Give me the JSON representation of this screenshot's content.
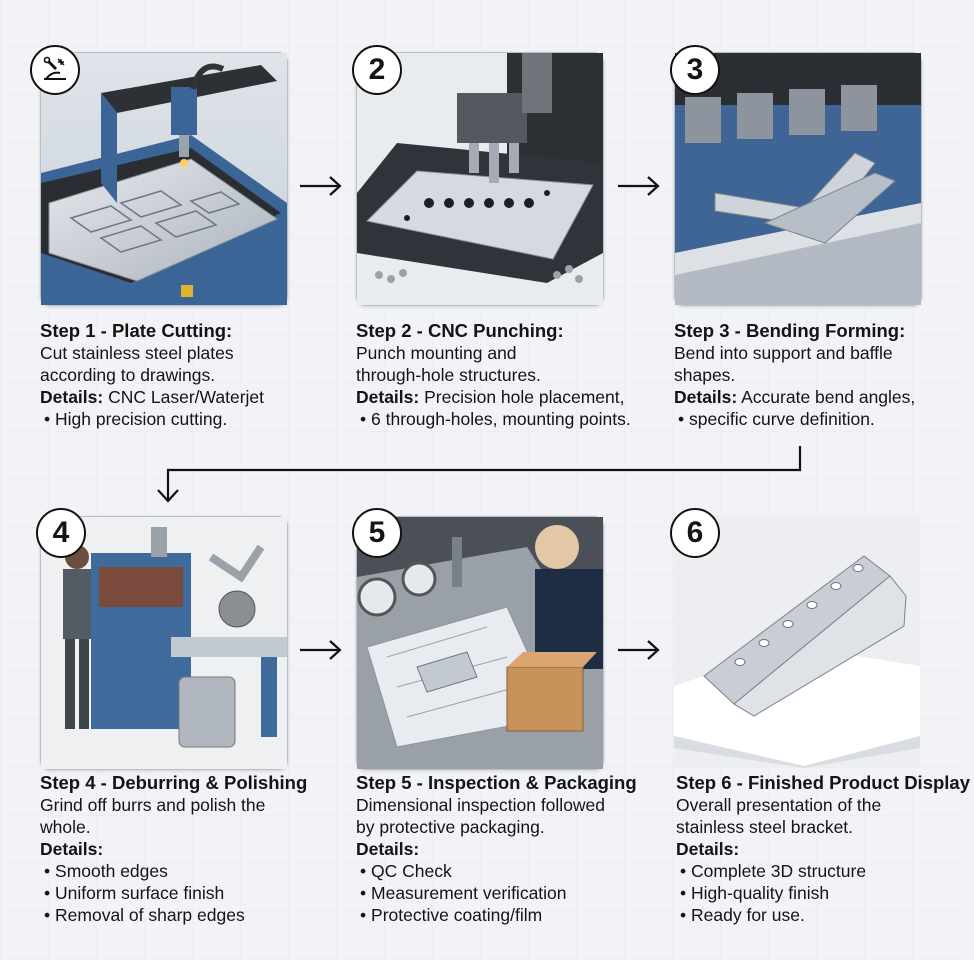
{
  "steps": [
    {
      "num": "",
      "icon": "laser-cutting-icon",
      "title": "Step 1 - Plate Cutting:",
      "desc": [
        "Cut stainless steel plates",
        "according to drawings."
      ],
      "details_label": "Details:",
      "details_inline": "CNC Laser/Waterjet",
      "bullets": [
        "High precision cutting."
      ]
    },
    {
      "num": "2",
      "title": "Step 2 - CNC Punching:",
      "desc": [
        "Punch mounting and",
        "through-hole structures."
      ],
      "details_label": "Details:",
      "details_inline": "Precision hole placement,",
      "bullets": [
        "6 through-holes, mounting points."
      ]
    },
    {
      "num": "3",
      "title": "Step 3 - Bending Forming:",
      "desc": [
        "Bend into support and baffle",
        "shapes."
      ],
      "details_label": "Details:",
      "details_inline": "Accurate bend angles,",
      "bullets": [
        "specific curve definition."
      ]
    },
    {
      "num": "4",
      "title": "Step 4 - Deburring & Polishing",
      "desc": [
        "Grind off burrs and polish the",
        "whole."
      ],
      "details_label": "Details:",
      "details_inline": "",
      "bullets": [
        "Smooth edges",
        "Uniform surface finish",
        "Removal of sharp edges"
      ]
    },
    {
      "num": "5",
      "title": "Step 5 - Inspection & Packaging",
      "desc": [
        "Dimensional inspection followed",
        "by protective packaging."
      ],
      "details_label": "Details:",
      "details_inline": "",
      "bullets": [
        "QC Check",
        "Measurement verification",
        "Protective coating/film"
      ]
    },
    {
      "num": "6",
      "title": "Step 6 - Finished Product Display",
      "desc": [
        "Overall presentation of the",
        "stainless steel bracket."
      ],
      "details_label": "Details:",
      "details_inline": "",
      "bullets": [
        "Complete 3D structure",
        "High-quality finish",
        "Ready for use."
      ]
    }
  ],
  "bullet_char": "•",
  "colors": {
    "machine_blue": "#3f6a9c",
    "steel": "#c9ced6",
    "dark": "#222222",
    "box_brown": "#c7935a"
  }
}
